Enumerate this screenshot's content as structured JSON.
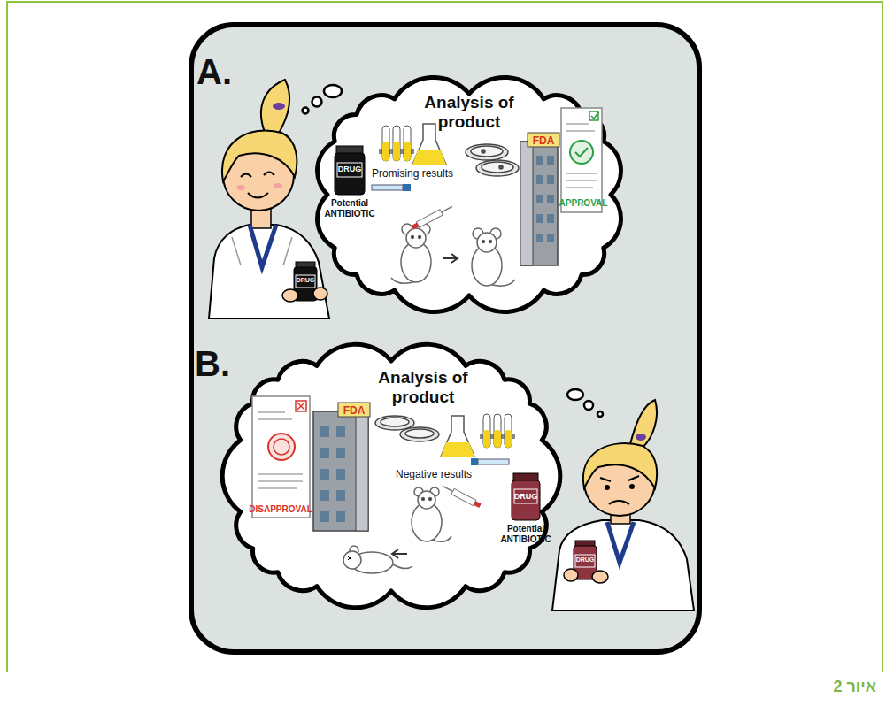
{
  "diagram": {
    "caption": "איור 2",
    "nodes": [
      {
        "text": [
          "A.",
          "B."
        ]
      },
      {
        "text": [
          "Analysis of product",
          "Promising results"
        ],
        "in": 0
      },
      {
        "text": [
          "Analysis of product",
          "Negative results"
        ],
        "in": 0
      }
    ],
    "labels": [
      "DRUG",
      "Potential ANTIBIOTIC",
      "FDA",
      "APPROVAL",
      "DRUG",
      "DRUG",
      "Potential ANTIBIOTIC",
      "FDA",
      "DISAPPROVAL",
      "DRUG"
    ]
  }
}
